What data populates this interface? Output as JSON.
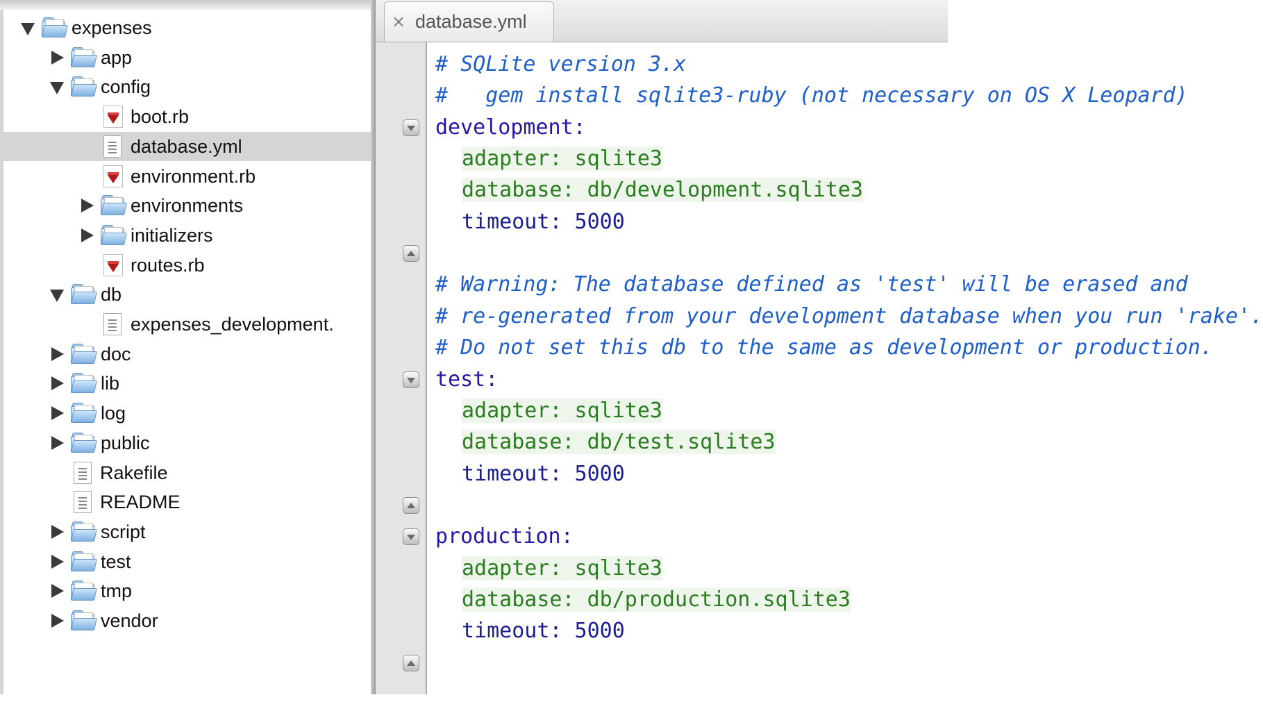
{
  "tree": [
    {
      "label": "expenses",
      "kind": "folder",
      "expanded": true,
      "depth": 0
    },
    {
      "label": "app",
      "kind": "folder",
      "expanded": false,
      "depth": 1
    },
    {
      "label": "config",
      "kind": "folder",
      "expanded": true,
      "depth": 1
    },
    {
      "label": "boot.rb",
      "kind": "ruby-file",
      "depth": 2
    },
    {
      "label": "database.yml",
      "kind": "text-file",
      "depth": 2,
      "selected": true
    },
    {
      "label": "environment.rb",
      "kind": "ruby-file",
      "depth": 2
    },
    {
      "label": "environments",
      "kind": "folder",
      "expanded": false,
      "depth": 2
    },
    {
      "label": "initializers",
      "kind": "folder",
      "expanded": false,
      "depth": 2
    },
    {
      "label": "routes.rb",
      "kind": "ruby-file",
      "depth": 2
    },
    {
      "label": "db",
      "kind": "folder",
      "expanded": true,
      "depth": 1
    },
    {
      "label": "expenses_development.",
      "kind": "text-file",
      "depth": 2
    },
    {
      "label": "doc",
      "kind": "folder",
      "expanded": false,
      "depth": 1
    },
    {
      "label": "lib",
      "kind": "folder",
      "expanded": false,
      "depth": 1
    },
    {
      "label": "log",
      "kind": "folder",
      "expanded": false,
      "depth": 1
    },
    {
      "label": "public",
      "kind": "folder",
      "expanded": false,
      "depth": 1
    },
    {
      "label": "Rakefile",
      "kind": "text-file",
      "depth": 1
    },
    {
      "label": "README",
      "kind": "text-file",
      "depth": 1
    },
    {
      "label": "script",
      "kind": "folder",
      "expanded": false,
      "depth": 1
    },
    {
      "label": "test",
      "kind": "folder",
      "expanded": false,
      "depth": 1
    },
    {
      "label": "tmp",
      "kind": "folder",
      "expanded": false,
      "depth": 1
    },
    {
      "label": "vendor",
      "kind": "folder",
      "expanded": false,
      "depth": 1
    }
  ],
  "editor": {
    "tab": {
      "close_icon": "×",
      "title": "database.yml"
    },
    "lines": [
      {
        "type": "comment",
        "text": "# SQLite version 3.x"
      },
      {
        "type": "comment",
        "text": "#   gem install sqlite3-ruby (not necessary on OS X Leopard)"
      },
      {
        "type": "key",
        "text": "development:",
        "fold": "down"
      },
      {
        "type": "kv",
        "key": "adapter:",
        "value": " sqlite3"
      },
      {
        "type": "kv",
        "key": "database:",
        "value": " db/development.sqlite3"
      },
      {
        "type": "kvnum",
        "key": "timeout:",
        "value": " 5000"
      },
      {
        "type": "blank",
        "text": "",
        "fold": "up"
      },
      {
        "type": "comment",
        "text": "# Warning: The database defined as 'test' will be erased and"
      },
      {
        "type": "comment",
        "text": "# re-generated from your development database when you run 'rake'."
      },
      {
        "type": "comment",
        "text": "# Do not set this db to the same as development or production."
      },
      {
        "type": "key",
        "text": "test:",
        "fold": "down"
      },
      {
        "type": "kv",
        "key": "adapter:",
        "value": " sqlite3"
      },
      {
        "type": "kv",
        "key": "database:",
        "value": " db/test.sqlite3"
      },
      {
        "type": "kvnum",
        "key": "timeout:",
        "value": " 5000"
      },
      {
        "type": "blank",
        "text": "",
        "fold": "up"
      },
      {
        "type": "key",
        "text": "production:",
        "fold": "down"
      },
      {
        "type": "kv",
        "key": "adapter:",
        "value": " sqlite3"
      },
      {
        "type": "kv",
        "key": "database:",
        "value": " db/production.sqlite3"
      },
      {
        "type": "kvnum",
        "key": "timeout:",
        "value": " 5000"
      },
      {
        "type": "blank",
        "text": "",
        "fold": "up"
      }
    ]
  },
  "colors": {
    "comment": "#1e5ec8",
    "key": "#2318a6",
    "nested_key": "#2a7d20",
    "number": "#1b1f8f",
    "selection": "#d5d5d5"
  }
}
